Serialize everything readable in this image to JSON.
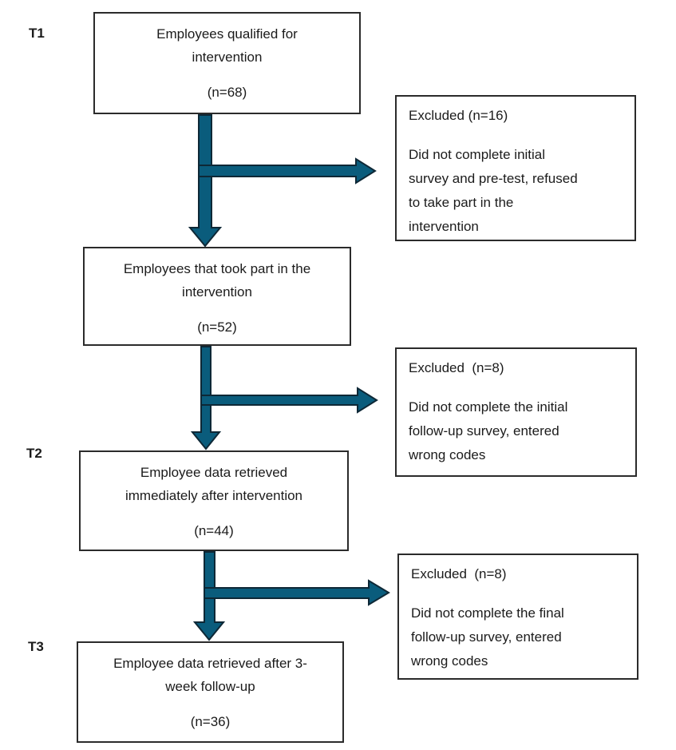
{
  "flowchart": {
    "arrow_color": "#0a5c7c",
    "arrow_outline": "#0e2836",
    "stages": [
      {
        "timepoint": "T1",
        "title": "Employees qualified for\nintervention",
        "n": "(n=68)"
      },
      {
        "timepoint": "",
        "title": "Employees that took part in the\nintervention",
        "n": "(n=52)"
      },
      {
        "timepoint": "T2",
        "title": "Employee data retrieved\nimmediately after intervention",
        "n": "(n=44)"
      },
      {
        "timepoint": "T3",
        "title": "Employee data retrieved after 3-\nweek follow-up",
        "n": "(n=36)"
      }
    ],
    "exclusions": [
      {
        "header": "Excluded (n=16)",
        "body": "Did not complete initial\nsurvey and pre-test, refused\nto take part in the\nintervention"
      },
      {
        "header": "Excluded  (n=8)",
        "body": "Did not complete the initial\nfollow-up survey, entered\nwrong codes"
      },
      {
        "header": "Excluded  (n=8)",
        "body": "Did not complete the final\nfollow-up survey, entered\nwrong codes"
      }
    ]
  }
}
